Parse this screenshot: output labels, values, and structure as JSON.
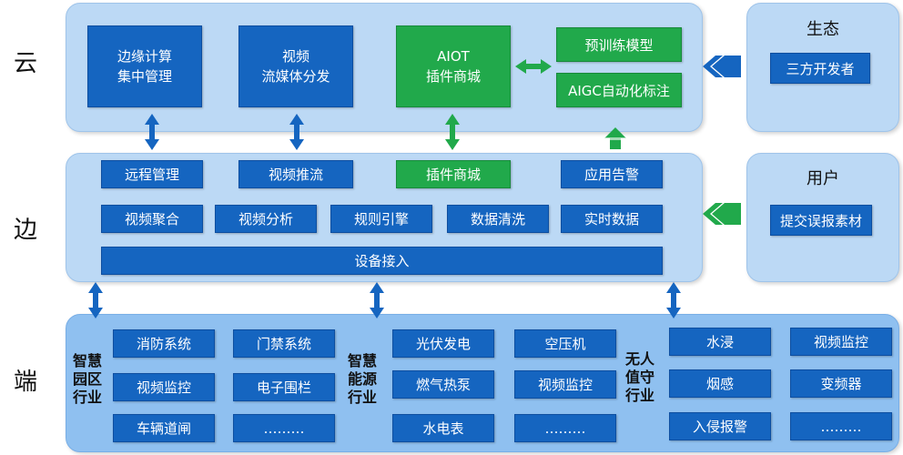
{
  "layers": {
    "cloud": "云",
    "edge": "边",
    "device": "端"
  },
  "cloud": {
    "edge_mgmt": "边缘计算\n集中管理",
    "video_stream": "视频\n流媒体分发",
    "aiot_store": "AIOT\n插件商城",
    "pretrained": "预训练模型",
    "aigc_label": "AIGC自动化标注"
  },
  "edge": {
    "row1": [
      "远程管理",
      "视频推流",
      "插件商城",
      "应用告警"
    ],
    "row2": [
      "视频聚合",
      "视频分析",
      "规则引擎",
      "数据清洗",
      "实时数据"
    ],
    "device_access": "设备接入"
  },
  "ecosystem": {
    "title": "生态",
    "item": "三方开发者"
  },
  "user": {
    "title": "用户",
    "item": "提交误报素材"
  },
  "device": {
    "park": {
      "label": "智慧\n园区\n行业",
      "items": [
        "消防系统",
        "门禁系统",
        "视频监控",
        "电子围栏",
        "车辆道闸",
        "………"
      ]
    },
    "energy": {
      "label": "智慧\n能源\n行业",
      "items": [
        "光伏发电",
        "空压机",
        "燃气热泵",
        "视频监控",
        "水电表",
        "………"
      ]
    },
    "unattended": {
      "label": "无人\n值守\n行业",
      "items": [
        "水浸",
        "视频监控",
        "烟感",
        "变频器",
        "入侵报警",
        "………"
      ]
    }
  },
  "colors": {
    "blue": "#1565c0",
    "green": "#21a94b",
    "panel": "#bcd9f5",
    "panel_bottom": "#8fc0f0"
  }
}
